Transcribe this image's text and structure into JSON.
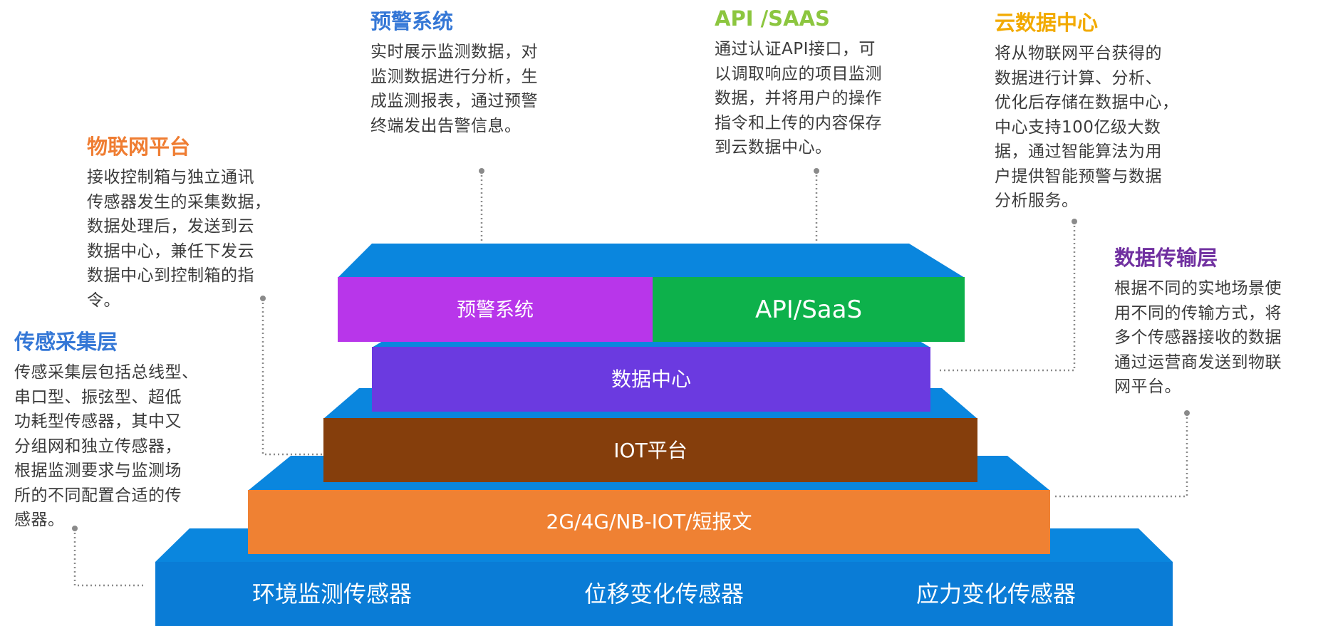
{
  "colors": {
    "top_blue": "#0a86de",
    "deep_blue": "#0a7cd6",
    "purple": "#b836ea",
    "green": "#0db14b",
    "violet": "#6b3ae0",
    "brown": "#853e0c",
    "orange": "#ef8133",
    "connector": "#8a8a8a",
    "title_blue": "#3477d6",
    "title_orange": "#ef7d32",
    "title_green": "#8cc63f",
    "title_gold": "#f2aa00",
    "title_purple": "#7030a0"
  },
  "layers": {
    "warning_system": "预警系统",
    "api_saas": "API/SaaS",
    "data_center": "数据中心",
    "iot_platform": "IOT平台",
    "network": "2G/4G/NB-IOT/短报文",
    "sensors": [
      "环境监测传感器",
      "位移变化传感器",
      "应力变化传感器"
    ]
  },
  "annotations": {
    "warning": {
      "title": "预警系统",
      "desc": "实时展示监测数据，对\n监测数据进行分析，生\n成监测报表，通过预警\n终端发出告警信息。"
    },
    "api": {
      "title": "API /SAAS",
      "desc": "通过认证API接口，可\n以调取响应的项目监测\n数据，并将用户的操作\n指令和上传的内容保存\n到云数据中心。"
    },
    "cloud": {
      "title": "云数据中心",
      "desc": "将从物联网平台获得的\n数据进行计算、分析、\n优化后存储在数据中心，\n中心支持100亿级大数\n据，通过智能算法为用\n户提供智能预警与数据\n分析服务。"
    },
    "iot": {
      "title": "物联网平台",
      "desc": "接收控制箱与独立通讯\n传感器发生的采集数据，\n数据处理后，发送到云\n数据中心，兼任下发云\n数据中心到控制箱的指\n令。"
    },
    "transport": {
      "title": "数据传输层",
      "desc": "根据不同的实地场景使\n用不同的传输方式，将\n多个传感器接收的数据\n通过运营商发送到物联\n网平台。"
    },
    "sensing": {
      "title": "传感采集层",
      "desc": "传感采集层包括总线型、\n串口型、振弦型、超低\n功耗型传感器，其中又\n分组网和独立传感器，\n根据监测要求与监测场\n所的不同配置合适的传\n感器。"
    }
  }
}
